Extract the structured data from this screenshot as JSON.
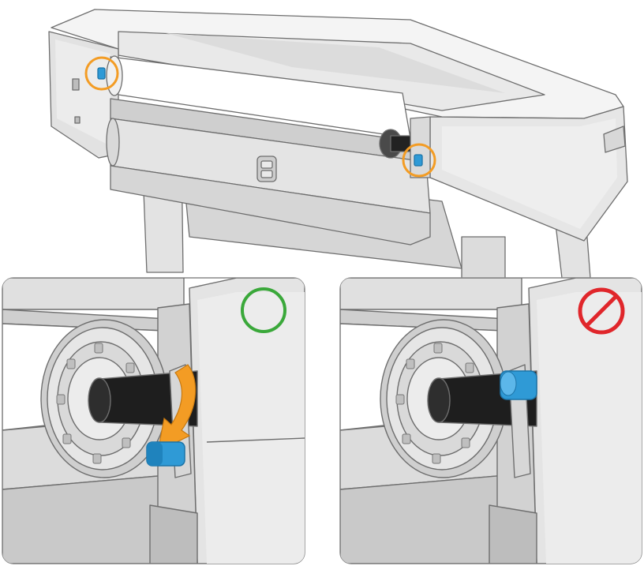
{
  "figure": {
    "kind": "printer-roll-lock-illustration",
    "colors": {
      "body": "#e6e6e6",
      "body_light": "#f2f2f2",
      "body_mid": "#d4d4d4",
      "body_dark": "#a9a9a9",
      "outline": "#6e6e6e",
      "callout_ring": "#f39c24",
      "lever": "#2f9ad6",
      "lever_dark": "#1c74a8",
      "arrow": "#f39c24",
      "correct_mark": "#3aa83a",
      "prohibited_mark": "#e0262b",
      "spindle": "#1e1e1e"
    },
    "overview": {
      "callouts": [
        {
          "name": "left-lever-callout"
        },
        {
          "name": "right-lever-callout"
        }
      ]
    },
    "panels": [
      {
        "name": "correct-panel",
        "mark": "correct-icon",
        "lever_state": "down",
        "arrow": "rotate-down-arrow"
      },
      {
        "name": "incorrect-panel",
        "mark": "prohibited-icon",
        "lever_state": "up"
      }
    ]
  }
}
